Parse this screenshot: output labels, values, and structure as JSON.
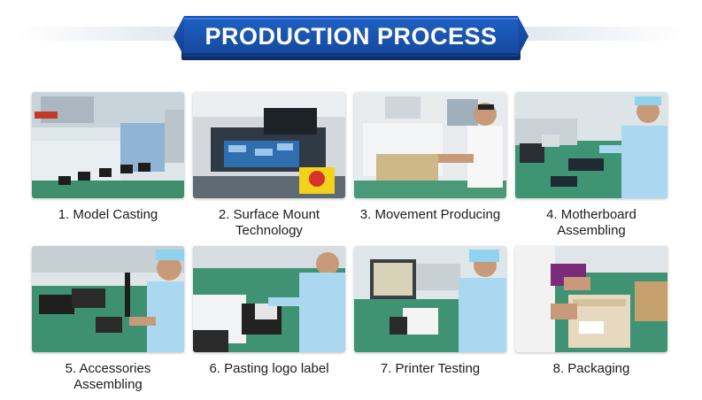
{
  "banner": {
    "title": "PRODUCTION PROCESS"
  },
  "steps": [
    {
      "caption": "1. Model Casting"
    },
    {
      "caption": "2. Surface Mount Technology"
    },
    {
      "caption": "3. Movement Producing"
    },
    {
      "caption": "4. Motherboard Assembling"
    },
    {
      "caption": "5. Accessories Assembling"
    },
    {
      "caption": "6. Pasting logo label"
    },
    {
      "caption": "7. Printer Testing"
    },
    {
      "caption": "8. Packaging"
    }
  ],
  "colors": {
    "banner": "#1a55b0",
    "banner_dark": "#0c2d66",
    "text": "#1c1c1c"
  },
  "icons": [
    "model-casting-photo",
    "smt-photo",
    "movement-photo",
    "motherboard-photo",
    "accessories-photo",
    "logo-label-photo",
    "printer-testing-photo",
    "packaging-photo"
  ]
}
